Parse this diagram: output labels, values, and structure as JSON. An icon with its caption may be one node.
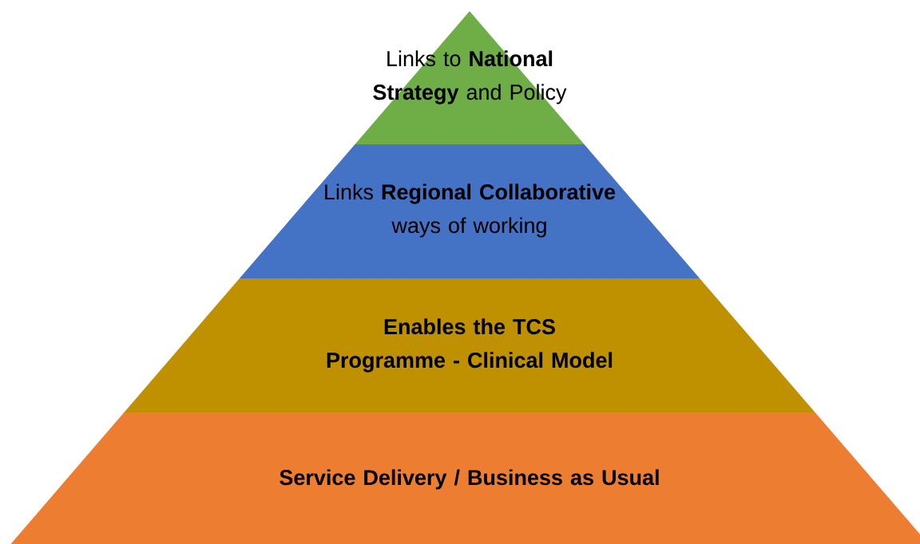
{
  "diagram": {
    "nodes": [
      {
        "text": [
          "Links to **National Strategy** and Policy"
        ]
      },
      {
        "text": [
          "Links **Regional Collaborative** ways of working"
        ]
      },
      {
        "text": [
          "Enables the TCS Programme - Clinical Model"
        ]
      },
      {
        "text": [
          "Service Delivery / Business as Usual"
        ]
      }
    ]
  }
}
